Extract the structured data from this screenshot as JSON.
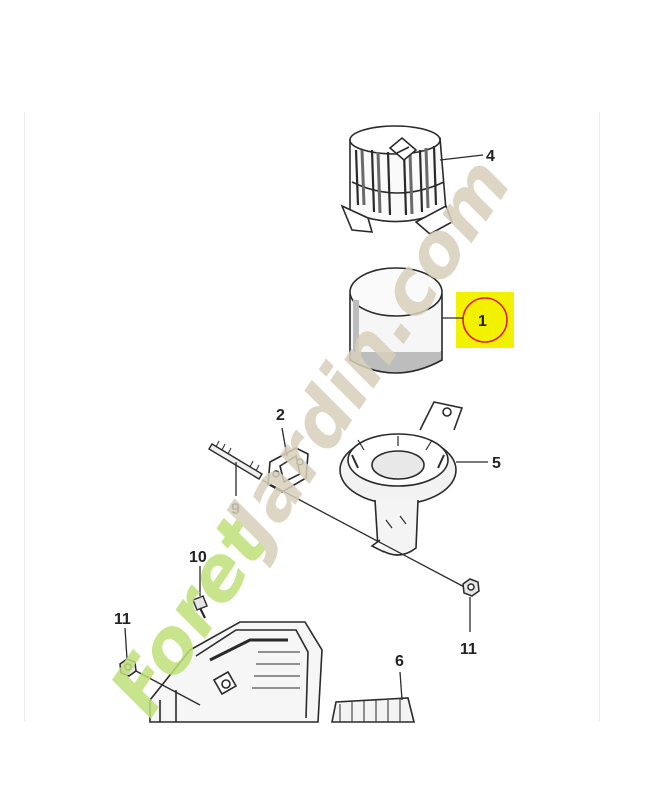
{
  "diagram": {
    "callouts": [
      {
        "id": "part-4",
        "label": "4"
      },
      {
        "id": "part-1",
        "label": "1"
      },
      {
        "id": "part-2",
        "label": "2"
      },
      {
        "id": "part-5",
        "label": "5"
      },
      {
        "id": "part-9",
        "label": "9"
      },
      {
        "id": "part-10",
        "label": "10"
      },
      {
        "id": "part-11a",
        "label": "11"
      },
      {
        "id": "part-11b",
        "label": "11"
      },
      {
        "id": "part-6",
        "label": "6"
      }
    ],
    "highlight": {
      "color": "#f2f200",
      "ring_color": "#e0203a"
    }
  },
  "watermark": {
    "text_green": "Foret",
    "text_beige": "Jardin.com",
    "green_color": "#bfe07a",
    "beige_color": "#d8d0bc"
  },
  "colors": {
    "line": "#2a2a2a",
    "part_fill": "#f4f4f4",
    "shade": "#9a9a9a"
  }
}
